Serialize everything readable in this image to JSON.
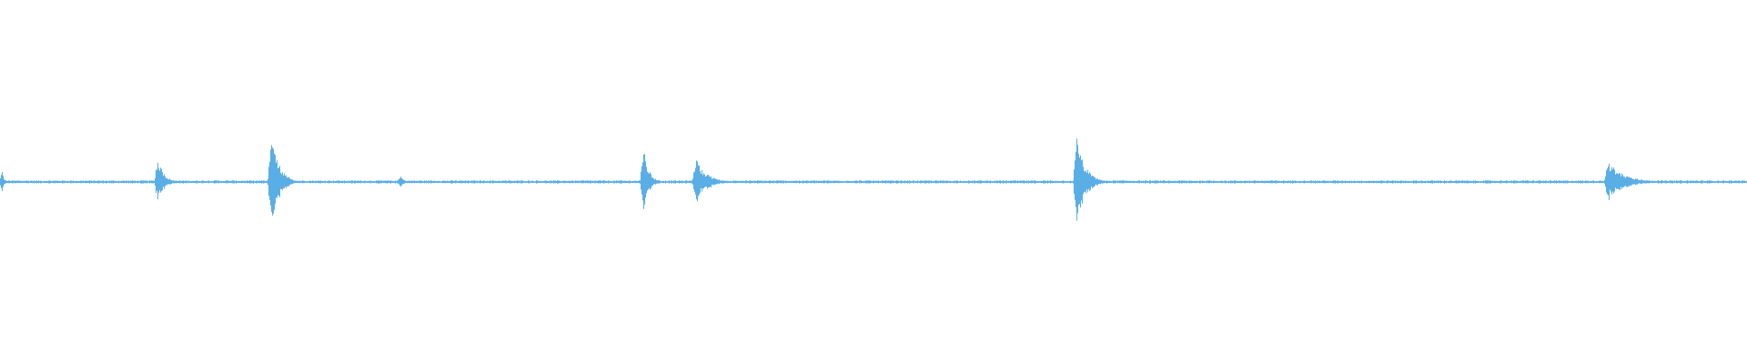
{
  "waveform": {
    "color": "#5aaee6",
    "baseline_amplitude": 0.012,
    "bursts": [
      {
        "position": 0.001,
        "amplitude": 0.08,
        "duration": 0.004
      },
      {
        "position": 0.09,
        "amplitude": 0.18,
        "duration": 0.012
      },
      {
        "position": 0.155,
        "amplitude": 0.38,
        "duration": 0.014
      },
      {
        "position": 0.229,
        "amplitude": 0.05,
        "duration": 0.006
      },
      {
        "position": 0.368,
        "amplitude": 0.27,
        "duration": 0.01
      },
      {
        "position": 0.398,
        "amplitude": 0.18,
        "duration": 0.02
      },
      {
        "position": 0.616,
        "amplitude": 0.34,
        "duration": 0.016
      },
      {
        "position": 0.92,
        "amplitude": 0.16,
        "duration": 0.03
      }
    ]
  }
}
